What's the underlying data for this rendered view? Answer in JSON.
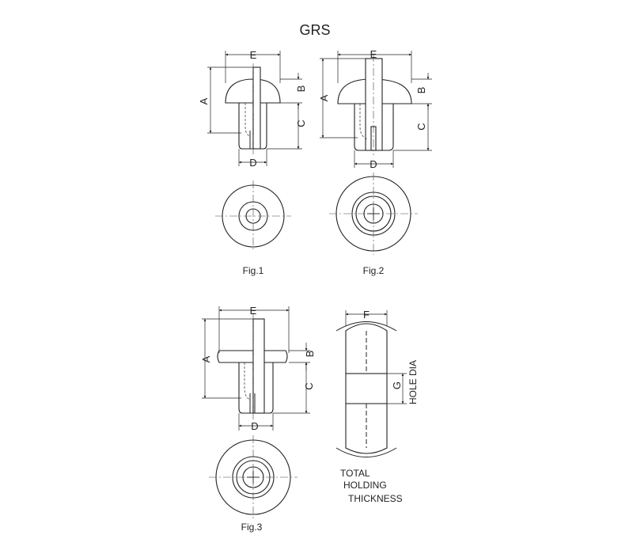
{
  "title": "GRS",
  "dimensions": {
    "A": "A",
    "B": "B",
    "C": "C",
    "D": "D",
    "E": "E",
    "F": "F",
    "G": "G"
  },
  "figures": {
    "fig1": "Fig.1",
    "fig2": "Fig.2",
    "fig3": "Fig.3"
  },
  "panel": {
    "hole_dia": "HOLE DIA",
    "total_line1": "TOTAL",
    "total_line2": "HOLDING",
    "total_line3": "THICKNESS"
  }
}
